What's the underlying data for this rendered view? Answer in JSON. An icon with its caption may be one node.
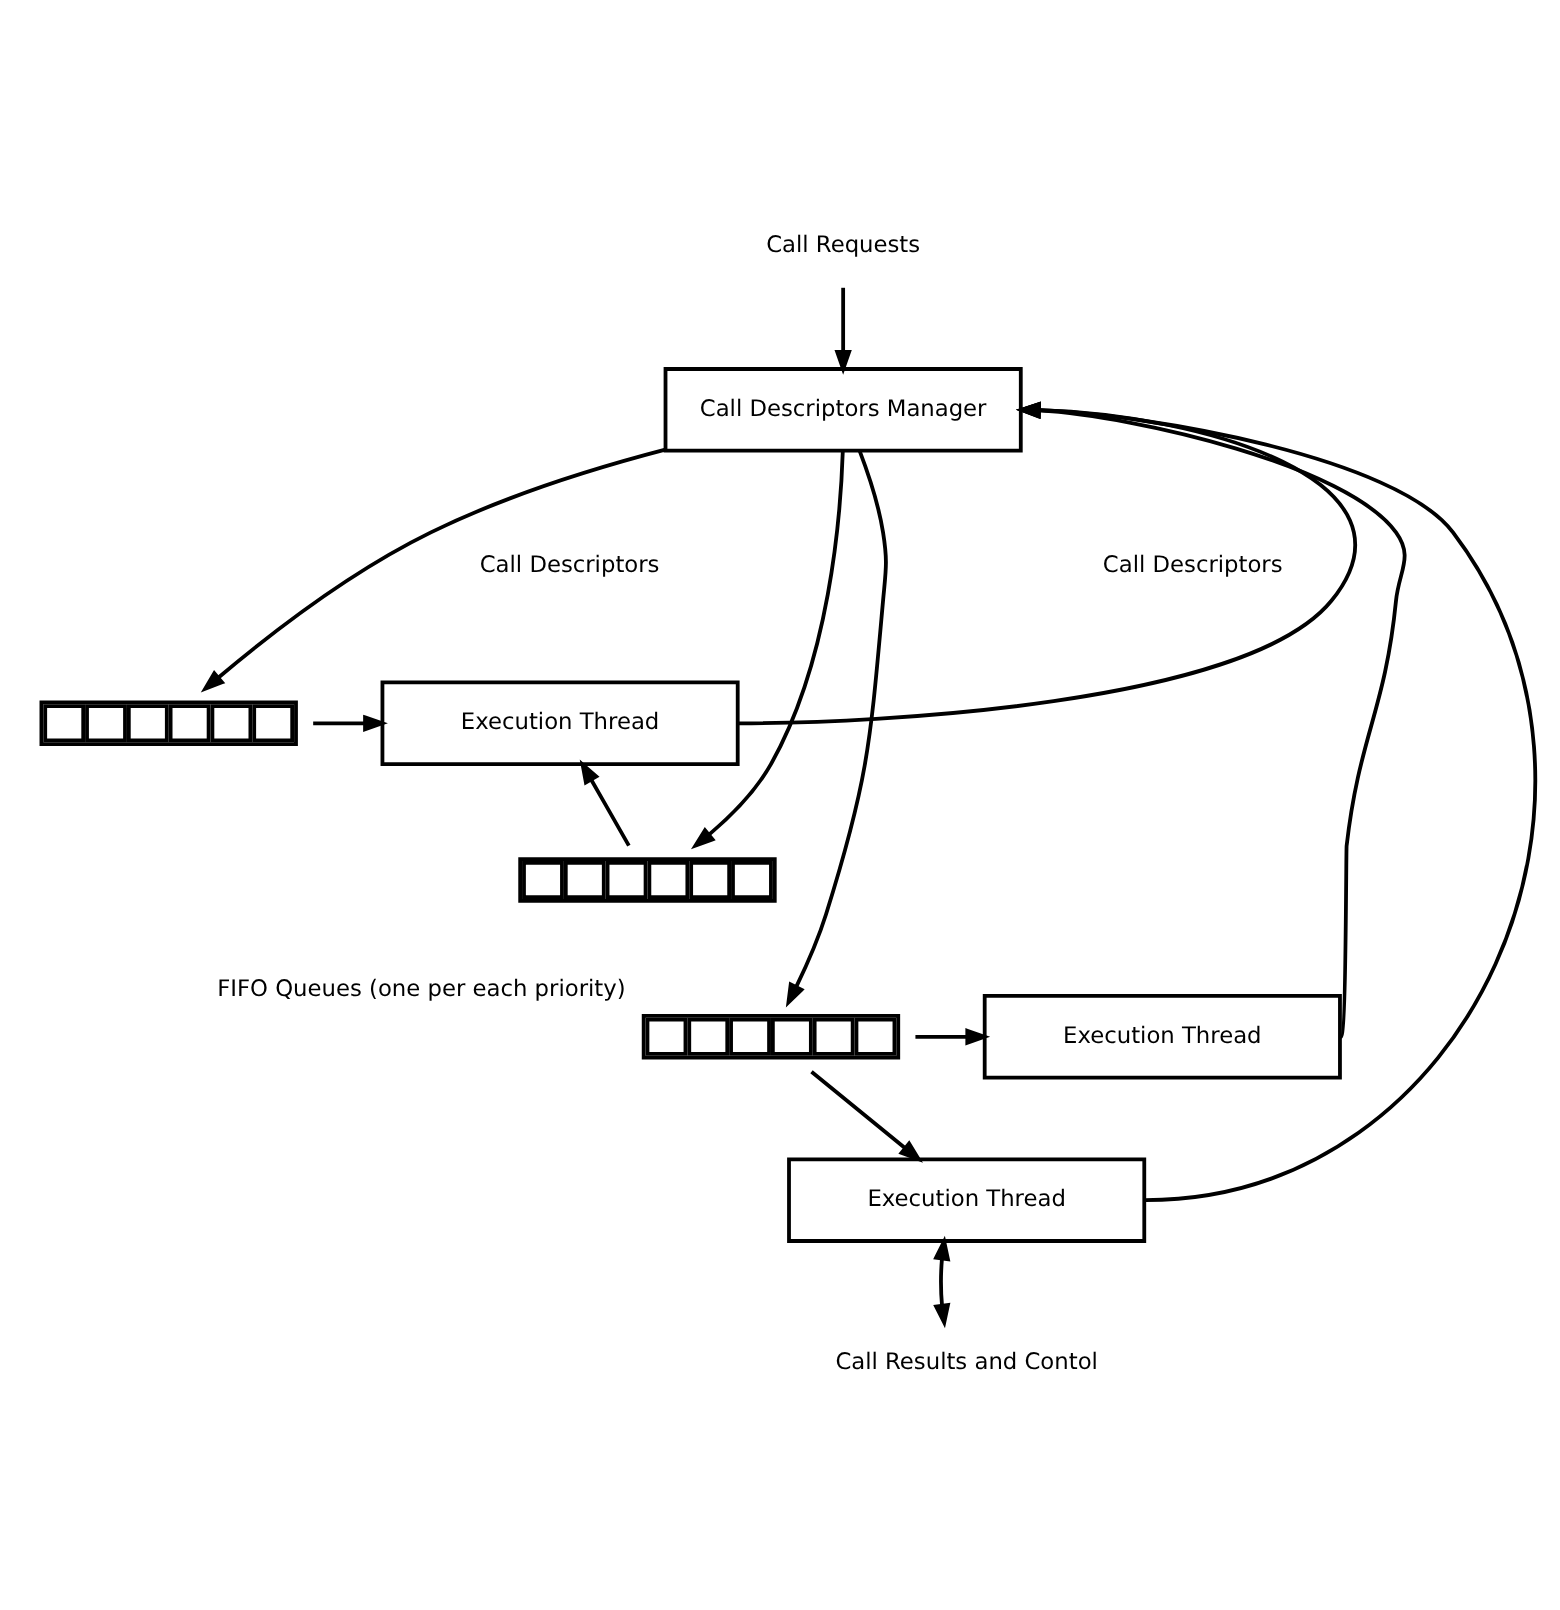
{
  "diagram": {
    "nodes": [
      {
        "text": [
          "Call Requests"
        ]
      },
      {
        "text": [
          "Call Descriptors Manager"
        ]
      },
      {
        "text": [],
        "shape": "box"
      },
      {
        "text": [],
        "shape": "box"
      },
      {
        "text": [],
        "shape": "box",
        "beside": [
          "FIFO Queues (one per each priority)"
        ]
      },
      {
        "text": [
          "Execution Thread"
        ]
      },
      {
        "text": [
          "Execution Thread"
        ]
      },
      {
        "text": [
          "Execution Thread"
        ]
      },
      {
        "text": [
          "Call Results and Contol"
        ]
      }
    ],
    "edges": [
      {
        "from": 0,
        "to": 1,
        "arrow": "to"
      },
      {
        "from": 1,
        "to": 2,
        "arrow": "to"
      },
      {
        "from": 1,
        "to": 3,
        "arrow": "to"
      },
      {
        "from": 1,
        "to": 4,
        "arrow": "to"
      },
      {
        "from": 2,
        "to": 5,
        "arrow": "to"
      },
      {
        "from": 3,
        "to": 5,
        "arrow": "to"
      },
      {
        "from": 4,
        "to": 6,
        "arrow": "to"
      },
      {
        "from": 4,
        "to": 7,
        "arrow": "to"
      },
      {
        "from": 5,
        "to": 1,
        "arrow": "to"
      },
      {
        "from": 6,
        "to": 1,
        "arrow": "to"
      },
      {
        "from": 7,
        "to": 1,
        "arrow": "to"
      },
      {
        "from": 7,
        "to": 8,
        "arrow": "both"
      }
    ],
    "labels": [
      "Call Descriptors",
      "Call Descriptors"
    ]
  }
}
